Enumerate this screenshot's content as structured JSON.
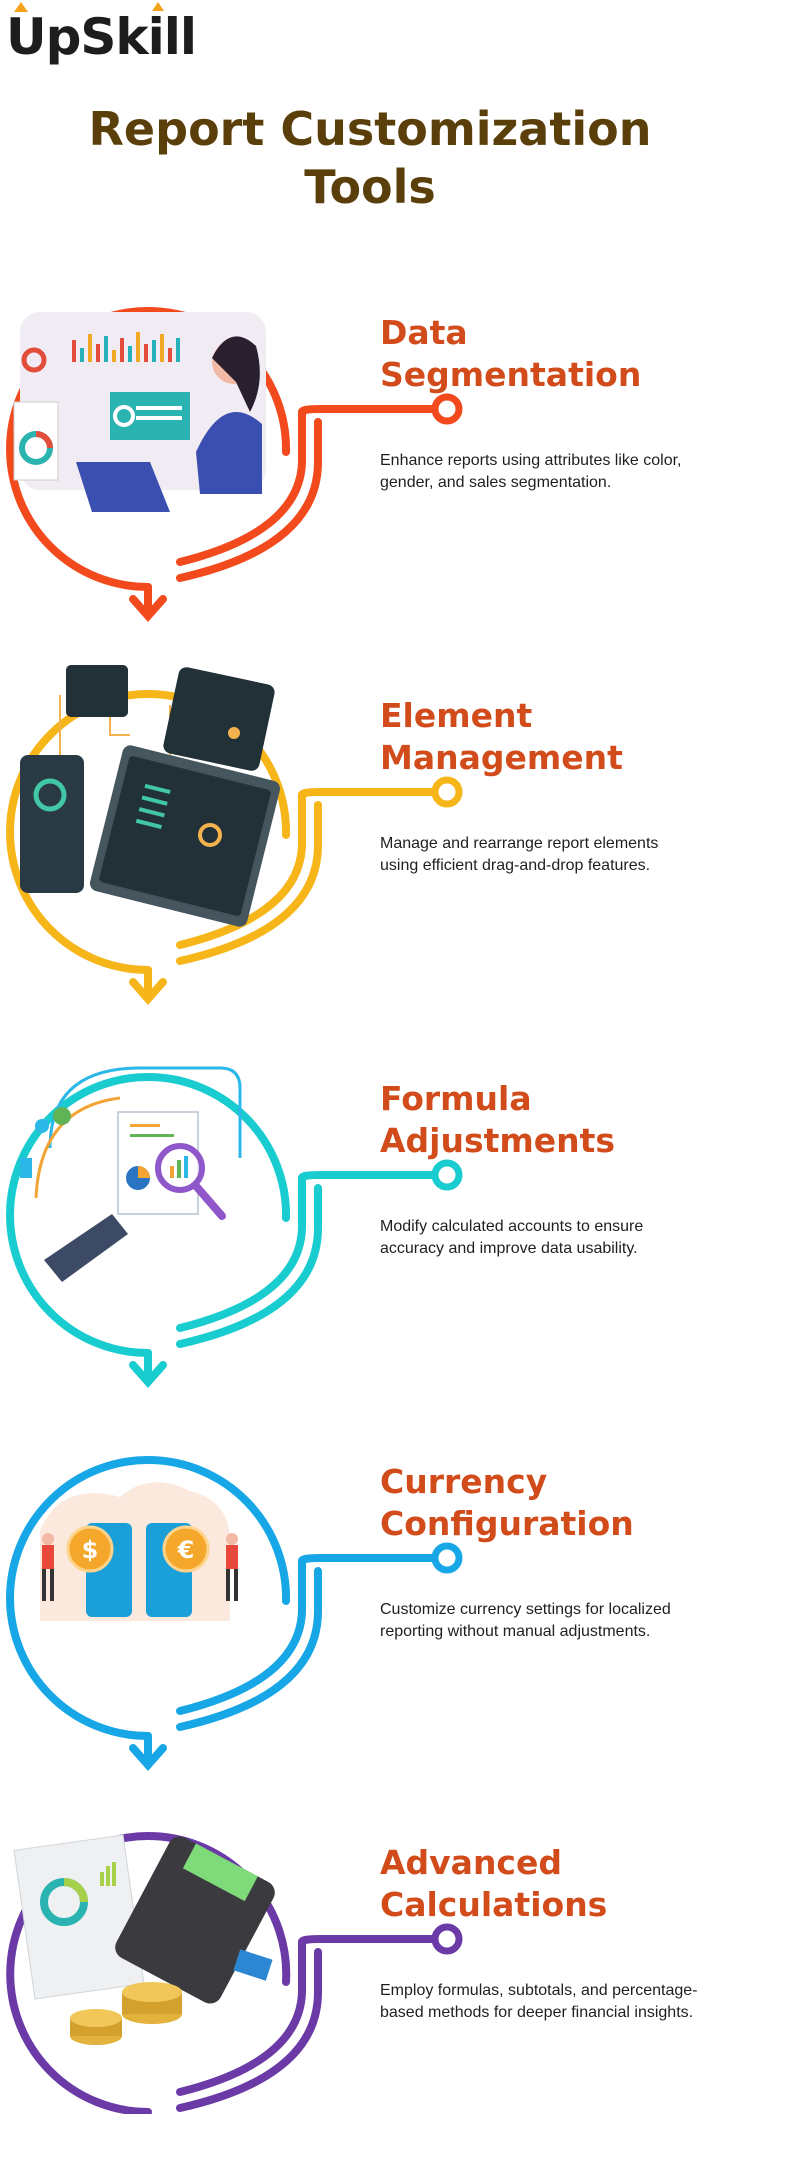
{
  "brand": {
    "logo_text": "UpSkill"
  },
  "page": {
    "title_line1": "Report Customization",
    "title_line2": "Tools"
  },
  "sections": [
    {
      "title_line1": "Data",
      "title_line2": "Segmentation",
      "description": "Enhance reports using attributes like color, gender, and sales segmentation.",
      "color": "#f24a1d",
      "illustration": "woman-with-laptop-dashboard"
    },
    {
      "title_line1": "Element",
      "title_line2": "Management",
      "description": "Manage and rearrange report elements using efficient drag-and-drop features.",
      "color": "#f6b61a",
      "illustration": "dashboard-screens"
    },
    {
      "title_line1": "Formula",
      "title_line2": "Adjustments",
      "description": "Modify calculated accounts to ensure accuracy and improve data usability.",
      "color": "#19ccd0",
      "illustration": "magnifier-report"
    },
    {
      "title_line1": "Currency",
      "title_line2": "Configuration",
      "description": "Customize currency settings for localized reporting without manual adjustments.",
      "color": "#17a7e6",
      "illustration": "currency-exchange-phones"
    },
    {
      "title_line1": "Advanced",
      "title_line2": "Calculations",
      "description": "Employ formulas, subtotals, and percentage-based methods for deeper financial insights.",
      "color": "#6b3aa6",
      "illustration": "calculator-coins"
    }
  ]
}
